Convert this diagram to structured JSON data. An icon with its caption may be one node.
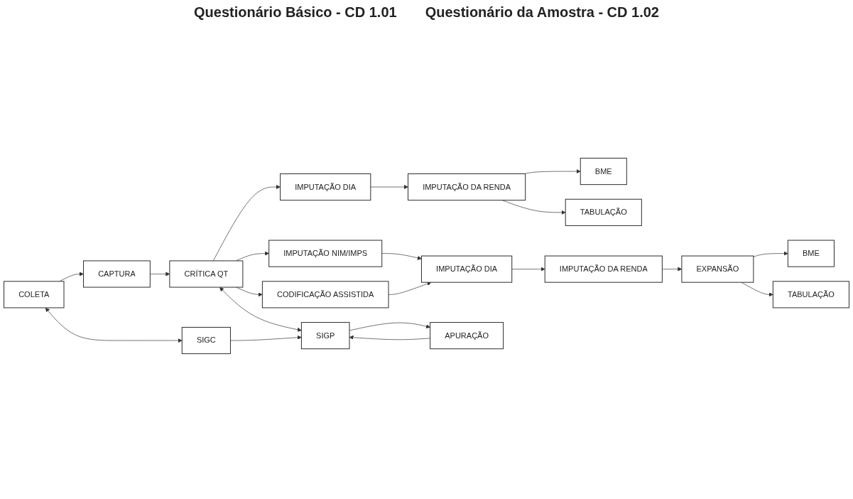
{
  "diagram": {
    "nodes": [
      {
        "text": [
          "COLETA"
        ]
      },
      {
        "text": [
          "CAPTURA"
        ]
      },
      {
        "text": [
          "CRÍTICA QT"
        ]
      },
      {
        "text": [
          "IMPUTAÇÃO DIA"
        ]
      },
      {
        "text": [
          "IMPUTAÇÃO DA RENDA"
        ]
      },
      {
        "text": [
          "BME"
        ]
      },
      {
        "text": [
          "TABULAÇÃO"
        ]
      },
      {
        "text": [
          "IMPUTAÇÃO NIM/IMPS"
        ]
      },
      {
        "text": [
          "CODIFICAÇÃO ASSISTIDA"
        ]
      },
      {
        "text": [
          "IMPUTAÇÃO DIA"
        ]
      },
      {
        "text": [
          "IMPUTAÇÃO DA RENDA"
        ]
      },
      {
        "text": [
          "EXPANSÃO"
        ]
      },
      {
        "text": [
          "BME"
        ]
      },
      {
        "text": [
          "TABULAÇÃO"
        ]
      },
      {
        "text": [
          "APURAÇÃO"
        ]
      },
      {
        "text": [
          "SIGC"
        ]
      },
      {
        "text": [
          "SIGP"
        ]
      }
    ],
    "edges": [
      {
        "from": 0,
        "to": 1,
        "arrow": "to"
      },
      {
        "from": 1,
        "to": 2,
        "arrow": "to"
      },
      {
        "from": 2,
        "to": 3,
        "arrow": "to"
      },
      {
        "from": 2,
        "to": 7,
        "arrow": "to"
      },
      {
        "from": 2,
        "to": 8,
        "arrow": "to"
      },
      {
        "from": 3,
        "to": 4,
        "arrow": "to"
      },
      {
        "from": 4,
        "to": 5,
        "arrow": "to"
      },
      {
        "from": 4,
        "to": 6,
        "arrow": "to"
      },
      {
        "from": 7,
        "to": 9,
        "arrow": "to"
      },
      {
        "from": 8,
        "to": 9,
        "arrow": "to"
      },
      {
        "from": 9,
        "to": 10,
        "arrow": "to"
      },
      {
        "from": 10,
        "to": 11,
        "arrow": "to"
      },
      {
        "from": 11,
        "to": 12,
        "arrow": "to"
      },
      {
        "from": 11,
        "to": 13,
        "arrow": "to"
      },
      {
        "from": 0,
        "to": 15,
        "arrow": "both"
      },
      {
        "from": 2,
        "to": 16,
        "arrow": "both"
      },
      {
        "from": 15,
        "to": 16,
        "arrow": "to"
      },
      {
        "from": 16,
        "to": 14,
        "arrow": "to"
      },
      {
        "from": 14,
        "to": 16,
        "arrow": "to"
      }
    ],
    "labels": [
      "Questionário Básico - CD 1.01",
      "Questionário da Amostra - CD 1.02"
    ]
  }
}
